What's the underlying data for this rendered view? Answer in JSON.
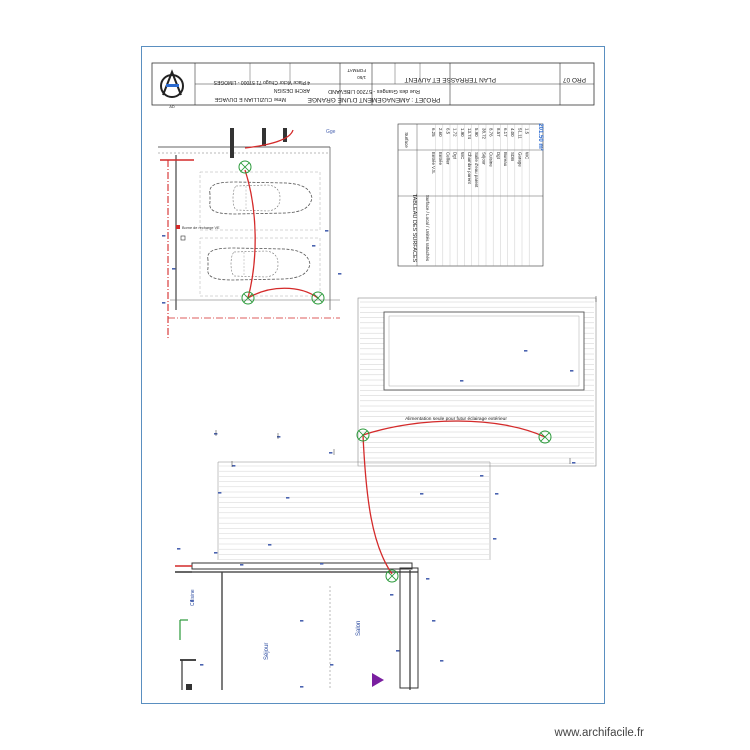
{
  "title_block": {
    "logo_letters": "AD",
    "project": "PROJET : AMENAGEMENT D'UNE GRANGE",
    "address": "Rue des Granges - 57200 LIBEVAND",
    "sheet_title": "PLAN TERRASSE ET AUVENT",
    "sheet_number": "PRO 07",
    "client": "Mme CUZILLIAN E DUVAGE",
    "architect": "ARCHI DESIGN",
    "architect_address": "4 Place Victor Chugo 71 57000 - LIMOGES",
    "format": "FORMAT",
    "scale": "1/50"
  },
  "surfaces_table": {
    "title": "TABLEAU DES SURFACES",
    "header_name": "Surface / Local / Unités rattachés",
    "header_area": "Surface",
    "rows": [
      {
        "name": "Entrée V.S.",
        "area": "6.25"
      },
      {
        "name": "Entrée",
        "area": "2.60"
      },
      {
        "name": "Cellier",
        "area": "6.5"
      },
      {
        "name": "Dgt",
        "area": "1.72"
      },
      {
        "name": "WC",
        "area": "1.90"
      },
      {
        "name": "Chambre parent",
        "area": "13.74"
      },
      {
        "name": "Salle d'eau parent",
        "area": "5.90"
      },
      {
        "name": "Séjour",
        "area": "38.72"
      },
      {
        "name": "Cuisine",
        "area": "8.76"
      },
      {
        "name": "Dgt",
        "area": "8.57"
      },
      {
        "name": "Bureau",
        "area": "6.17"
      },
      {
        "name": "SDB",
        "area": "4.00"
      },
      {
        "name": "Garage",
        "area": "51.11"
      },
      {
        "name": "WC",
        "area": "1.5"
      }
    ],
    "total": "201.50 m²"
  },
  "labels": {
    "recharge": "Borne de recharge VE",
    "alimentation": "Alimentation seule pour futur éclairage extérieur",
    "sejour": "Séjour",
    "salon": "Salon",
    "cuisine": "Cuisine",
    "garage": "Garage"
  },
  "colors": {
    "circuit": "#d42a2a",
    "plan_lines": "#555555",
    "dimensions": "#4a63b0",
    "terrace_hatch": "#c8c8c8",
    "sheet_border": "#5a8fc0",
    "total_blue": "#2a6ad0",
    "marker": "#7a1fa0"
  },
  "footer": {
    "watermark": "www.archifacile.fr"
  }
}
